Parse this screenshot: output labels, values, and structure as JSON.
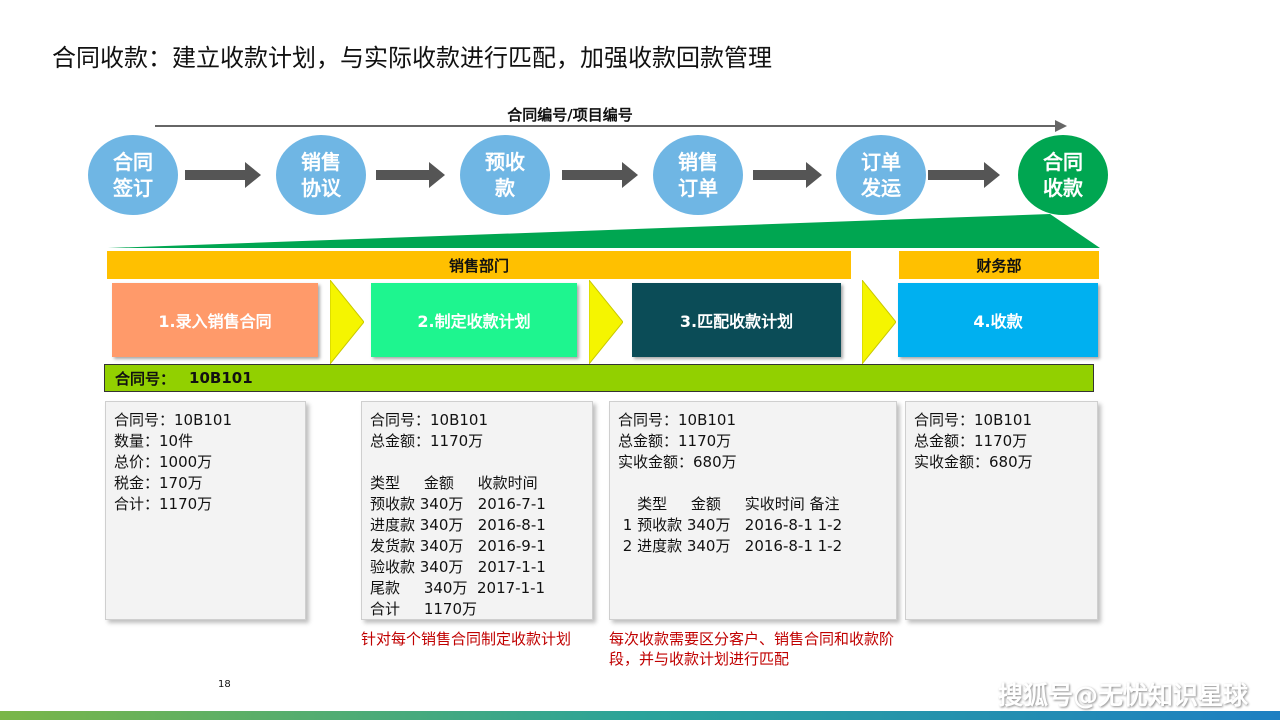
{
  "title": "合同收款：建立收款计划，与实际收款进行匹配，加强收款回款管理",
  "axis_label": "合同编号/项目编号",
  "process_nodes": [
    {
      "label": "合同\n签订",
      "color": "#6fb6e4"
    },
    {
      "label": "销售\n协议",
      "color": "#6fb6e4"
    },
    {
      "label": "预收\n款",
      "color": "#6fb6e4"
    },
    {
      "label": "销售\n订单",
      "color": "#6fb6e4"
    },
    {
      "label": "订单\n发运",
      "color": "#6fb6e4"
    },
    {
      "label": "合同\n收款",
      "color": "#00a651"
    }
  ],
  "departments": {
    "sales": "销售部门",
    "finance": "财务部"
  },
  "steps": [
    {
      "label": "1.录入销售合同",
      "color": "#ff9a6a"
    },
    {
      "label": "2.制定收款计划",
      "color": "#1ef58f"
    },
    {
      "label": "3.匹配收款计划",
      "color": "#0b4c57"
    },
    {
      "label": "4.收款",
      "color": "#00b0f0"
    }
  ],
  "contract_bar": {
    "label": "合同号：",
    "value": "10B101"
  },
  "details": {
    "box1": "合同号：10B101\n数量：10件\n总价：1000万\n税金：170万\n合计：1170万",
    "box2": "合同号：10B101\n总金额：1170万\n\n类型     金额     收款时间\n预收款 340万   2016-7-1\n进度款 340万   2016-8-1\n发货款 340万   2016-9-1\n验收款 340万   2017-1-1\n尾款     340万  2017-1-1\n合计     1170万",
    "box3": "合同号：10B101\n总金额：1170万\n实收金额：680万\n\n    类型     金额     实收时间 备注\n 1 预收款 340万   2016-8-1 1-2\n 2 进度款 340万   2016-8-1 1-2",
    "box4": "合同号：10B101\n总金额：1170万\n实收金额：680万"
  },
  "notes": {
    "note1": "针对每个销售合同制定收款计划",
    "note2": "每次收款需要区分客户、销售合同和收款阶段，并与收款计划进行匹配"
  },
  "page_number": "18",
  "watermark": "搜狐号@无忧知识星球",
  "colors": {
    "band": "#ffc000",
    "contract_bar": "#92d000",
    "connector": "#f5f500",
    "wedge": "#00a651",
    "note_text": "#c00000"
  }
}
